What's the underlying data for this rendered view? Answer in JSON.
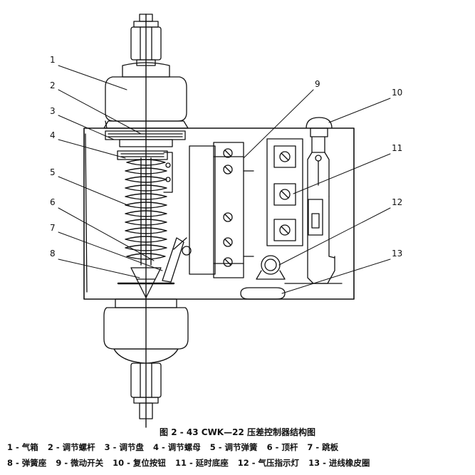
{
  "figure": {
    "caption": "图 2 - 43   CWK—22 压差控制器结构图",
    "callouts": [
      "1",
      "2",
      "3",
      "4",
      "5",
      "6",
      "7",
      "8",
      "9",
      "10",
      "11",
      "12",
      "13"
    ],
    "legend_rows": [
      [
        "1 - 气箱",
        "2 - 调节螺杆",
        "3 - 调节盘",
        "4 - 调节螺母",
        "5 - 调节弹簧",
        "6 - 顶杆",
        "7 - 跳板"
      ],
      [
        "8 - 弹簧座",
        "9 - 微动开关",
        "10 - 复位按钮",
        "11 - 延时底座",
        "12 - 气压指示灯",
        "13 - 进线橡皮圈"
      ]
    ]
  },
  "colors": {
    "line": "#111111",
    "background": "#ffffff"
  }
}
